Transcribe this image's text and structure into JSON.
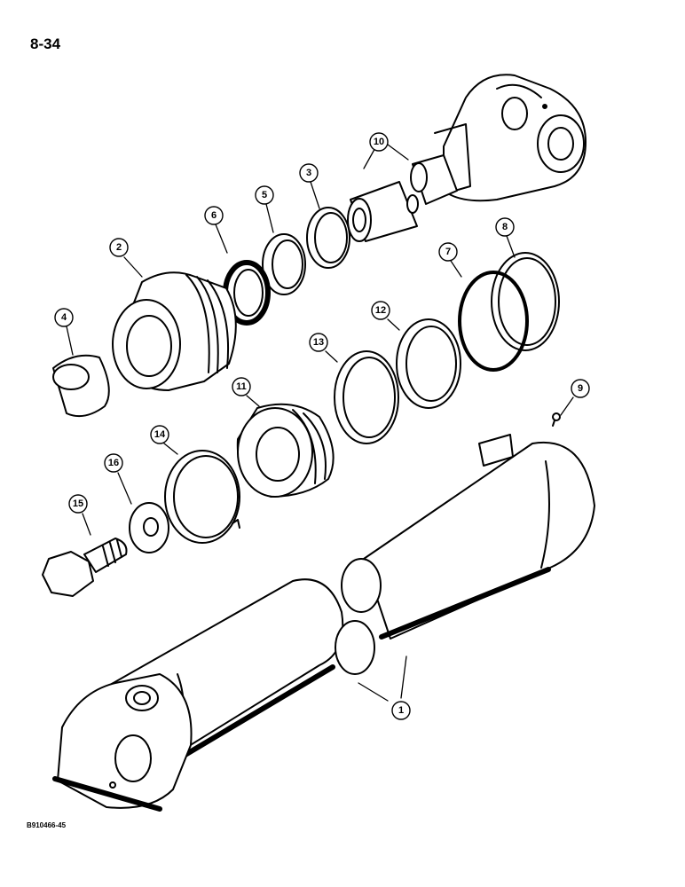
{
  "page": {
    "number": "8-34",
    "figure_code": "B910466-45"
  },
  "callouts": [
    {
      "id": "callout-1",
      "label": "1"
    },
    {
      "id": "callout-2",
      "label": "2"
    },
    {
      "id": "callout-3",
      "label": "3"
    },
    {
      "id": "callout-4",
      "label": "4"
    },
    {
      "id": "callout-5",
      "label": "5"
    },
    {
      "id": "callout-6",
      "label": "6"
    },
    {
      "id": "callout-7",
      "label": "7"
    },
    {
      "id": "callout-8",
      "label": "8"
    },
    {
      "id": "callout-9",
      "label": "9"
    },
    {
      "id": "callout-10",
      "label": "10"
    },
    {
      "id": "callout-11",
      "label": "11"
    },
    {
      "id": "callout-12",
      "label": "12"
    },
    {
      "id": "callout-13",
      "label": "13"
    },
    {
      "id": "callout-14",
      "label": "14"
    },
    {
      "id": "callout-15",
      "label": "15"
    },
    {
      "id": "callout-16",
      "label": "16"
    }
  ]
}
